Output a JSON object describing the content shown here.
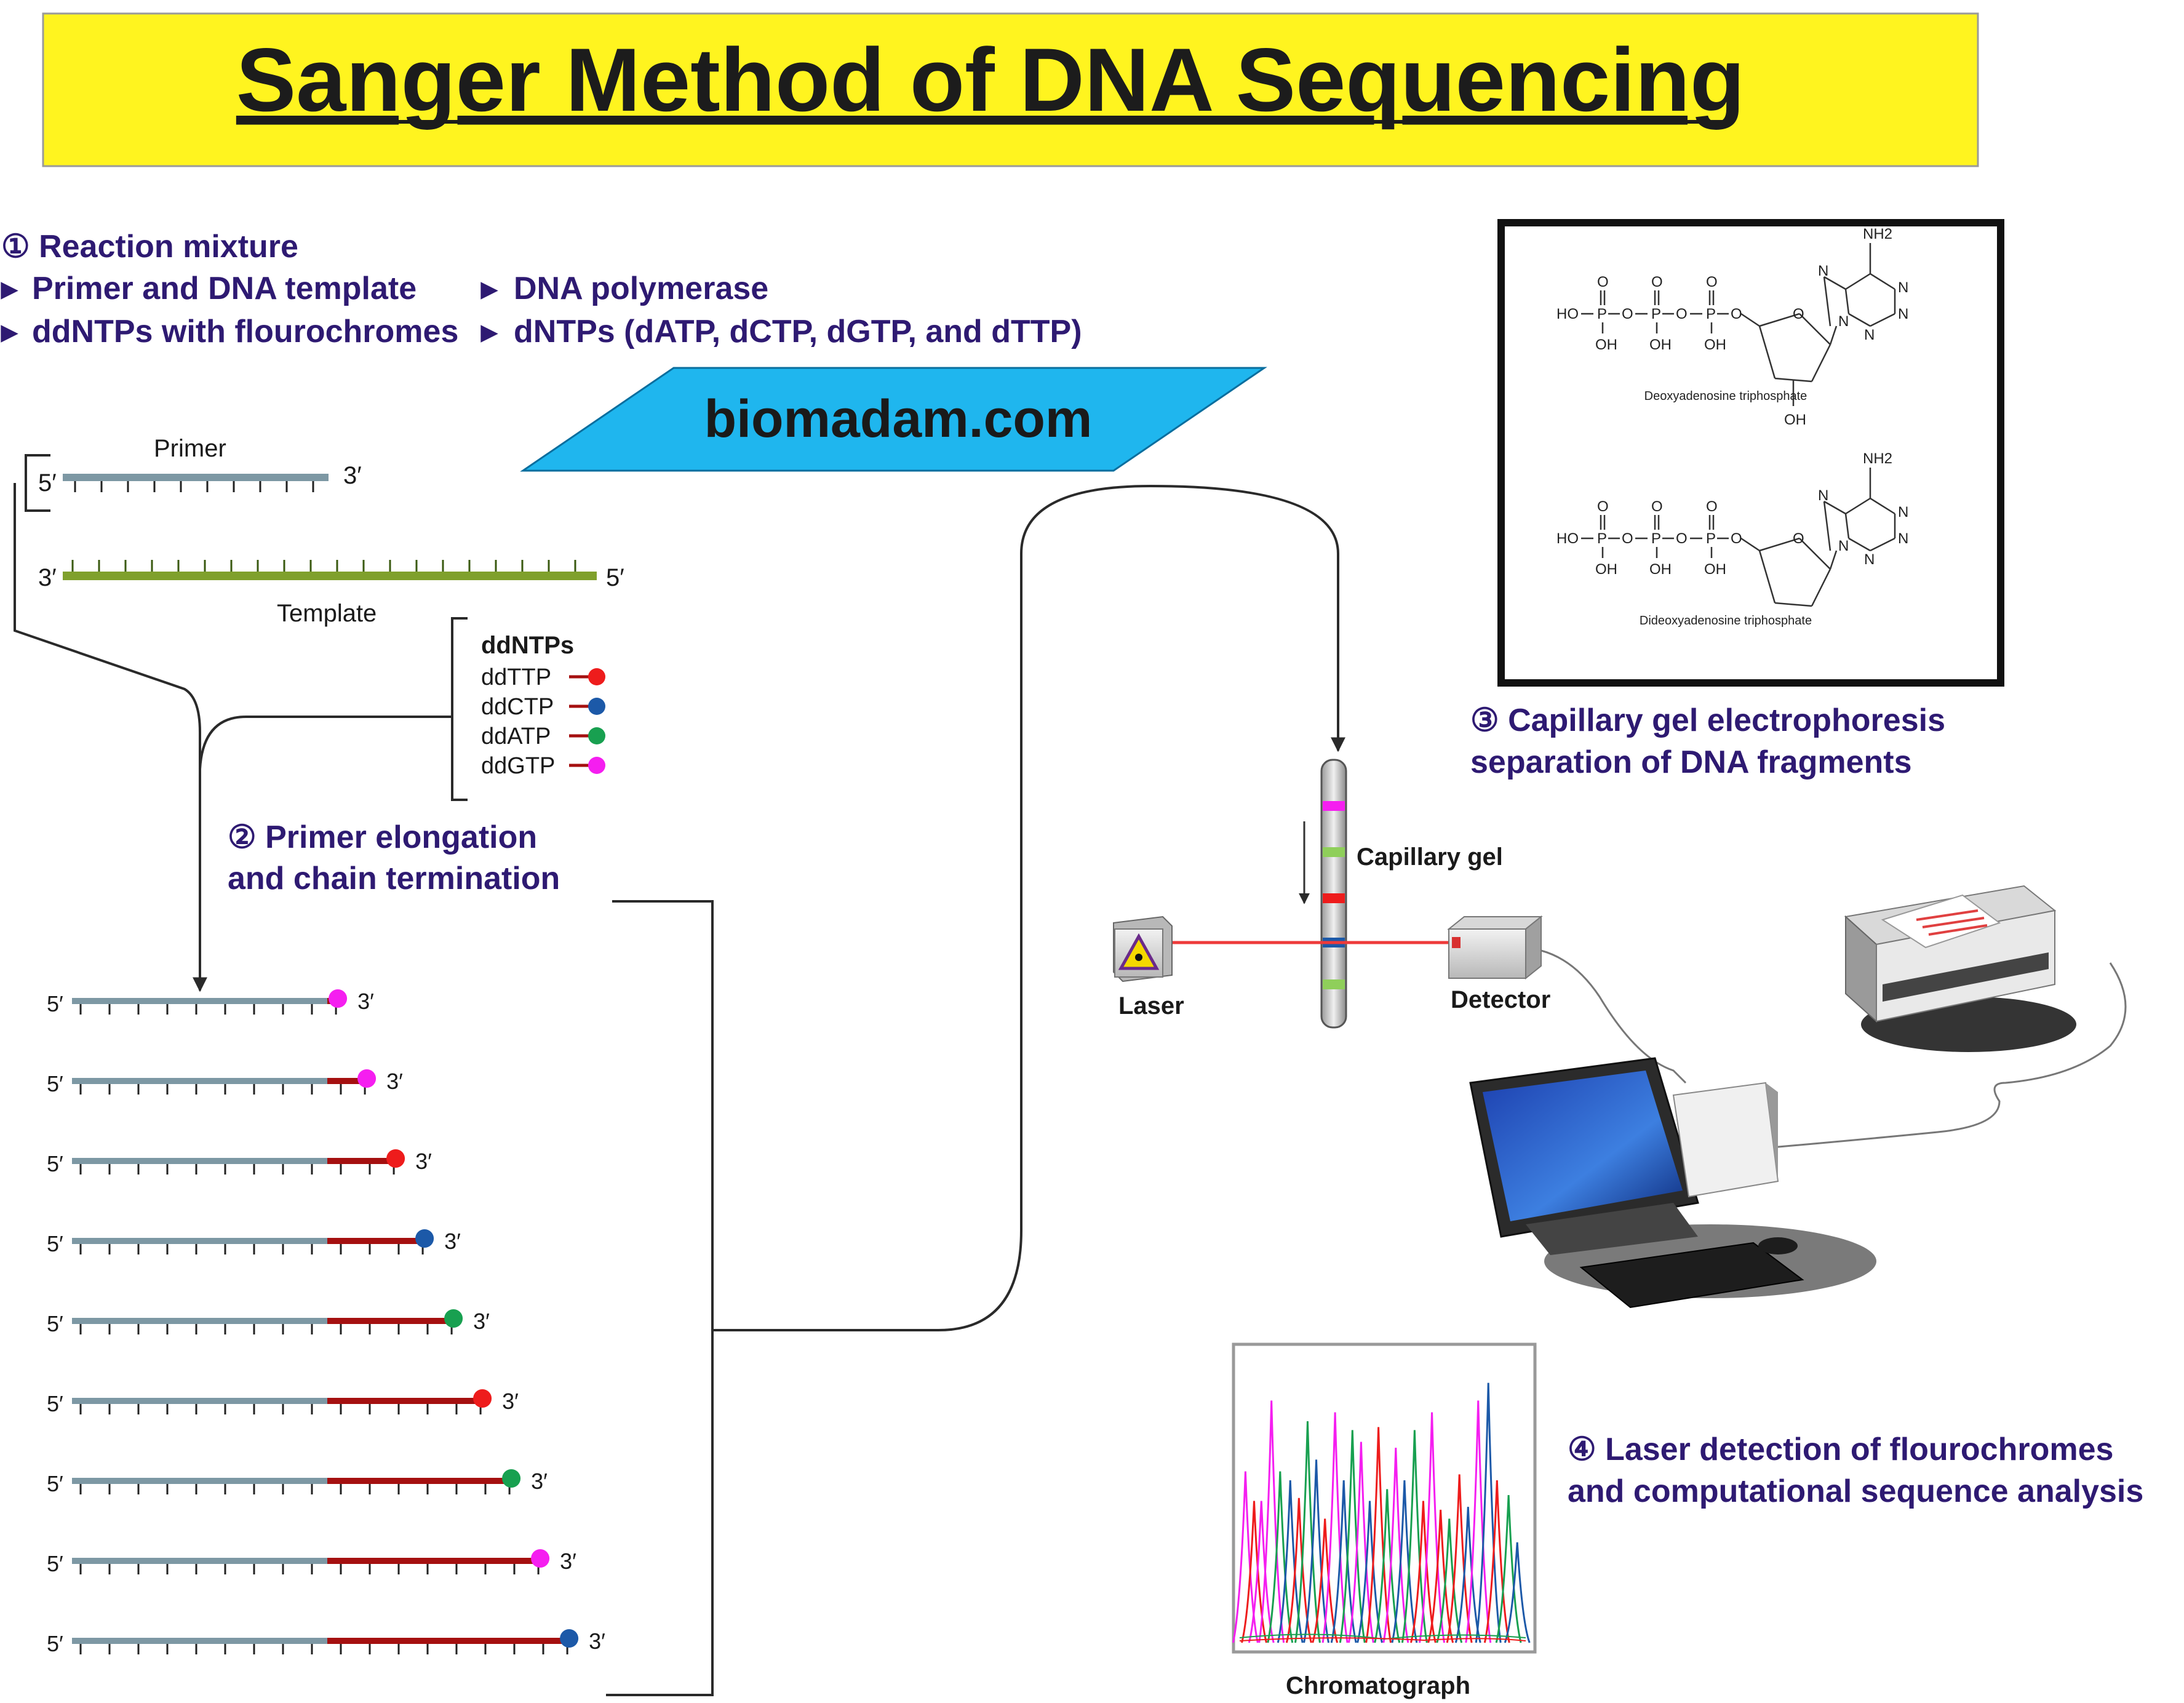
{
  "title": "Sanger Method of DNA Sequencing",
  "watermark": "biomadam.com",
  "colors": {
    "title_bg": "#fff41f",
    "heading_text": "#2e1a72",
    "watermark_bg": "#1fb6ee",
    "primer_strand": "#7d98a4",
    "template_strand": "#7fa02c",
    "extension": "#a51010",
    "ddTTP": "#ee1c1c",
    "ddCTP": "#1c59a8",
    "ddATP": "#18a050",
    "ddGTP": "#f51ef0"
  },
  "step1": {
    "heading": "① Reaction mixture",
    "bullet_glyph": "▸",
    "items": [
      "Primer and DNA template",
      "DNA polymerase",
      "ddNTPs with flourochromes",
      "dNTPs (dATP, dCTP, dGTP, and dTTP)"
    ]
  },
  "primer": {
    "label": "Primer",
    "end5": "5′",
    "end3": "3′"
  },
  "template": {
    "label": "Template",
    "end3": "3′",
    "end5": "5′"
  },
  "ddntps": {
    "heading": "ddNTPs",
    "items": [
      {
        "label": "ddTTP",
        "color": "#ee1c1c"
      },
      {
        "label": "ddCTP",
        "color": "#1c59a8"
      },
      {
        "label": "ddATP",
        "color": "#18a050"
      },
      {
        "label": "ddGTP",
        "color": "#f51ef0"
      }
    ]
  },
  "step2": {
    "line1": "② Primer elongation",
    "line2": "and chain termination"
  },
  "fragments": {
    "end5": "5′",
    "end3": "3′",
    "items": [
      {
        "extension_ticks": 0,
        "terminator": "ddGTP"
      },
      {
        "extension_ticks": 1,
        "terminator": "ddGTP"
      },
      {
        "extension_ticks": 2,
        "terminator": "ddTTP"
      },
      {
        "extension_ticks": 3,
        "terminator": "ddCTP"
      },
      {
        "extension_ticks": 4,
        "terminator": "ddATP"
      },
      {
        "extension_ticks": 5,
        "terminator": "ddTTP"
      },
      {
        "extension_ticks": 6,
        "terminator": "ddATP"
      },
      {
        "extension_ticks": 7,
        "terminator": "ddGTP"
      },
      {
        "extension_ticks": 8,
        "terminator": "ddCTP"
      }
    ]
  },
  "structures": {
    "dATP": {
      "caption": "Deoxyadenosine triphosphate",
      "ho": "HO",
      "p": "P",
      "o": "O",
      "oh": "OH",
      "nh2": "NH2",
      "n": "N",
      "has_3oh": true
    },
    "ddATP": {
      "caption": "Dideoxyadenosine triphosphate",
      "ho": "HO",
      "p": "P",
      "o": "O",
      "oh": "OH",
      "nh2": "NH2",
      "n": "N",
      "has_3oh": false
    }
  },
  "step3": {
    "line1": "③ Capillary gel electrophoresis",
    "line2": "separation of DNA fragments"
  },
  "capillary": {
    "label": "Capillary gel",
    "bands": [
      "#f51ef0",
      "#8fcf5a",
      "#ee1c1c",
      "#1c59a8",
      "#8fcf5a"
    ]
  },
  "laser_label": "Laser",
  "detector_label": "Detector",
  "step4": {
    "line1": "④ Laser detection of flourochromes",
    "line2": "and computational sequence analysis"
  },
  "chromatograph": {
    "label": "Chromatograph",
    "peaks": [
      {
        "pos": 0.02,
        "height": 0.58,
        "color": "#f51ef0"
      },
      {
        "pos": 0.05,
        "height": 0.48,
        "color": "#ee1c1c"
      },
      {
        "pos": 0.075,
        "height": 0.48,
        "color": "#f51ef0"
      },
      {
        "pos": 0.11,
        "height": 0.82,
        "color": "#f51ef0"
      },
      {
        "pos": 0.14,
        "height": 0.58,
        "color": "#18a050"
      },
      {
        "pos": 0.175,
        "height": 0.55,
        "color": "#1c59a8"
      },
      {
        "pos": 0.205,
        "height": 0.49,
        "color": "#ee1c1c"
      },
      {
        "pos": 0.235,
        "height": 0.75,
        "color": "#18a050"
      },
      {
        "pos": 0.265,
        "height": 0.62,
        "color": "#1c59a8"
      },
      {
        "pos": 0.295,
        "height": 0.42,
        "color": "#ee1c1c"
      },
      {
        "pos": 0.33,
        "height": 0.78,
        "color": "#f51ef0"
      },
      {
        "pos": 0.36,
        "height": 0.55,
        "color": "#1c59a8"
      },
      {
        "pos": 0.39,
        "height": 0.72,
        "color": "#18a050"
      },
      {
        "pos": 0.42,
        "height": 0.68,
        "color": "#f51ef0"
      },
      {
        "pos": 0.45,
        "height": 0.48,
        "color": "#1c59a8"
      },
      {
        "pos": 0.48,
        "height": 0.73,
        "color": "#ee1c1c"
      },
      {
        "pos": 0.51,
        "height": 0.52,
        "color": "#18a050"
      },
      {
        "pos": 0.54,
        "height": 0.66,
        "color": "#f51ef0"
      },
      {
        "pos": 0.57,
        "height": 0.55,
        "color": "#1c59a8"
      },
      {
        "pos": 0.605,
        "height": 0.72,
        "color": "#18a050"
      },
      {
        "pos": 0.635,
        "height": 0.48,
        "color": "#ee1c1c"
      },
      {
        "pos": 0.665,
        "height": 0.78,
        "color": "#f51ef0"
      },
      {
        "pos": 0.695,
        "height": 0.45,
        "color": "#ee1c1c"
      },
      {
        "pos": 0.725,
        "height": 0.42,
        "color": "#18a050"
      },
      {
        "pos": 0.76,
        "height": 0.57,
        "color": "#ee1c1c"
      },
      {
        "pos": 0.79,
        "height": 0.46,
        "color": "#1c59a8"
      },
      {
        "pos": 0.825,
        "height": 0.82,
        "color": "#f51ef0"
      },
      {
        "pos": 0.86,
        "height": 0.88,
        "color": "#1c59a8"
      },
      {
        "pos": 0.89,
        "height": 0.55,
        "color": "#ee1c1c"
      },
      {
        "pos": 0.93,
        "height": 0.5,
        "color": "#18a050"
      },
      {
        "pos": 0.96,
        "height": 0.34,
        "color": "#1c59a8"
      }
    ]
  }
}
